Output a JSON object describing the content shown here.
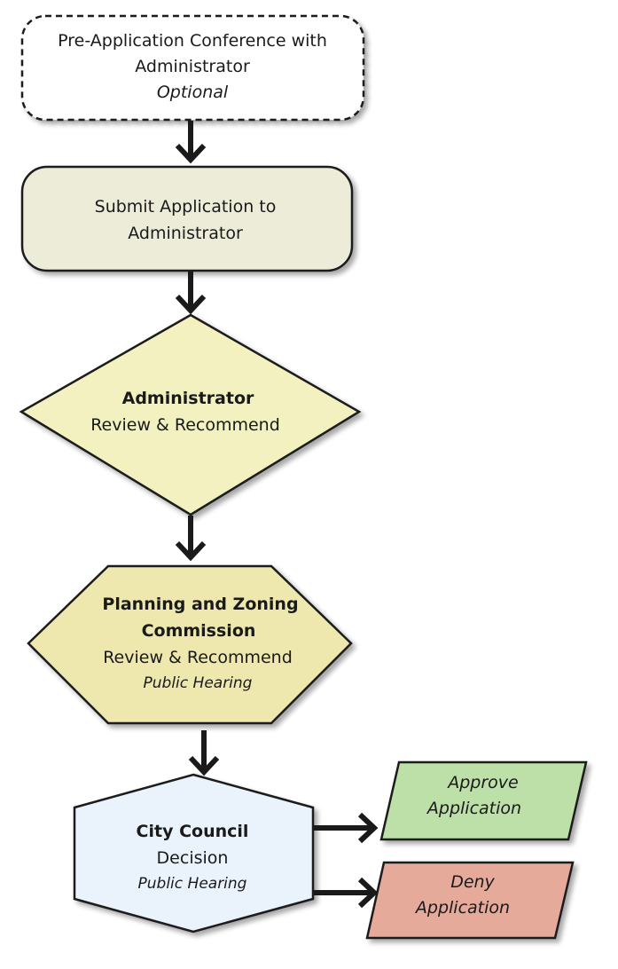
{
  "diagram": {
    "steps": [
      {
        "id": "pre_application",
        "title": "Pre-Application Conference with",
        "title_line2": "Administrator",
        "note": "Optional",
        "fill": "#ffffff",
        "border": "dashed"
      },
      {
        "id": "submit",
        "line1": "Submit Application to",
        "line2": "Administrator",
        "fill": "#ececd9"
      },
      {
        "id": "administrator_review",
        "heading": "Administrator",
        "subheading": "Review & Recommend",
        "fill": "#f2f1bf"
      },
      {
        "id": "planning_zoning",
        "heading_line1": "Planning and Zoning",
        "heading_line2": "Commission",
        "subheading": "Review & Recommend",
        "note": "Public Hearing",
        "fill": "#eee7ae"
      },
      {
        "id": "city_council",
        "heading": "City Council",
        "subheading": "Decision",
        "note": "Public Hearing",
        "fill": "#eaf3fb"
      }
    ],
    "outcomes": [
      {
        "id": "approve",
        "line1": "Approve",
        "line2": "Application",
        "fill": "#bddfa8"
      },
      {
        "id": "deny",
        "line1": "Deny",
        "line2": "Application",
        "fill": "#e5aa9a"
      }
    ],
    "colors": {
      "stroke": "#1a1a1a",
      "arrow": "#1a1a1a",
      "shadow": "#b8b8b8"
    }
  }
}
